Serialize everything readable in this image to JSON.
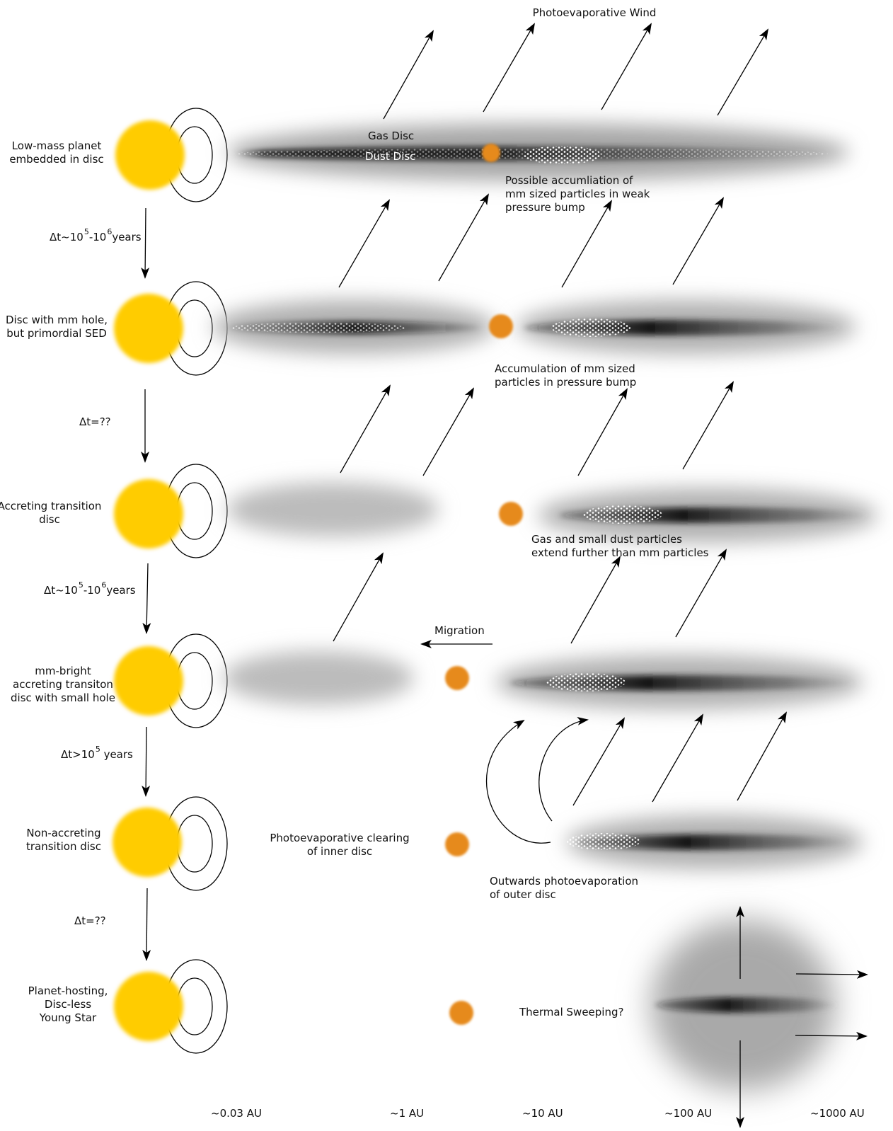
{
  "figure": {
    "wind_label": "Photoevaporative Wind",
    "gas_disc_label": "Gas Disc",
    "dust_disc_label": "Dust Disc",
    "stages": [
      {
        "name_lines": [
          "Low-mass planet",
          "embedded in disc"
        ]
      },
      {
        "name_lines": [
          "Disc with mm hole,",
          "but primordial SED"
        ]
      },
      {
        "name_lines": [
          "Accreting transition",
          "disc"
        ]
      },
      {
        "name_lines": [
          "mm-bright",
          "accreting transiton",
          "disc with small hole"
        ]
      },
      {
        "name_lines": [
          "Non-accreting",
          "transition disc"
        ]
      },
      {
        "name_lines": [
          "Planet-hosting,",
          "Disc-less",
          "Young Star"
        ]
      }
    ],
    "intervals": [
      {
        "prefix": "Δt~10",
        "exp1": "5",
        "mid": "-10",
        "exp2": "6",
        "suffix": "years"
      },
      {
        "text": "Δt=??"
      },
      {
        "prefix": "Δt~10",
        "exp1": "5",
        "mid": "-10",
        "exp2": "6",
        "suffix": "years"
      },
      {
        "prefix": "Δt>10",
        "exp1": "5",
        "suffix": " years"
      },
      {
        "text": "Δt=??"
      }
    ],
    "annotations": {
      "weak_bump": [
        "Possible accumliation of",
        "mm sized particles in weak",
        "pressure bump"
      ],
      "bump": [
        "Accumulation of mm sized",
        "particles in pressure bump"
      ],
      "extend": [
        "Gas and small dust particles",
        "extend further than mm particles"
      ],
      "migration": "Migration",
      "clearing": [
        "Photoevaporative clearing",
        "of inner disc"
      ],
      "outwards": [
        "Outwards photoevaporation",
        "of outer disc"
      ],
      "sweeping": "Thermal Sweeping?"
    },
    "axis_ticks": [
      "~0.03 AU",
      "~1 AU",
      "~10 AU",
      "~100 AU",
      "~1000 AU"
    ],
    "colors": {
      "star": "#FFCC00",
      "planet": "#E68A1E",
      "disc": "#1a1a1a"
    }
  }
}
